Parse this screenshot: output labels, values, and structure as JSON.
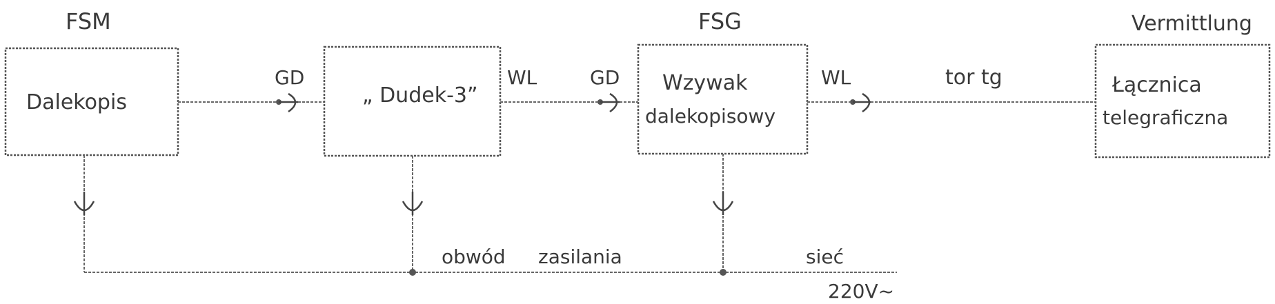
{
  "labels": {
    "fsm": "FSM",
    "fsg": "FSG",
    "vermittlung": "Vermittlung",
    "gd_1": "GD",
    "gd_2": "GD",
    "wl_1": "WL",
    "wl_2": "WL",
    "tor_tg": "tor tg",
    "obwod": "obwód",
    "zasilania": "zasilania",
    "siec": "sieć",
    "voltage": "220V~"
  },
  "boxes": {
    "dalekopis": "Dalekopis",
    "dudek_line1": "„ Dudek-3”",
    "wzywak_line1": "Wzywak",
    "wzywak_line2": "dalekopisowy",
    "lacznica_line1": "Łącznica",
    "lacznica_line2": "telegraficzna"
  }
}
